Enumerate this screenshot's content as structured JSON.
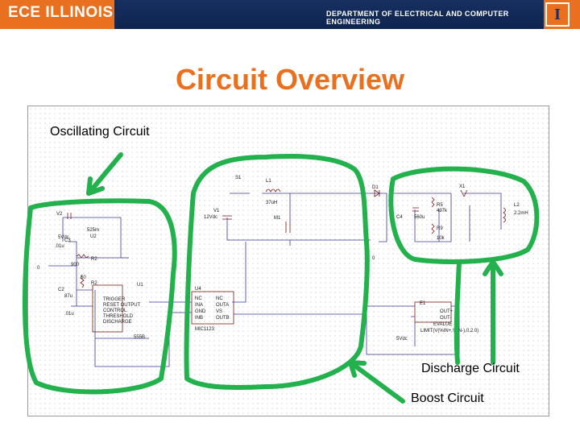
{
  "header": {
    "logo": "ECE ILLINOIS",
    "department": "DEPARTMENT OF ELECTRICAL AND COMPUTER ENGINEERING",
    "block_letter": "I",
    "brand_color": "#E8701E",
    "navy_color": "#173060"
  },
  "title": "Circuit Overview",
  "labels": {
    "oscillating": "Oscillating Circuit",
    "discharge": "Discharge Circuit",
    "boost": "Boost Circuit"
  },
  "schematic": {
    "components": {
      "v2": "V2",
      "v2_val": "5Vdc",
      "c3": "C3",
      "c3_val": ".01u",
      "u2": "U2",
      "u2_val": "525m",
      "r2a": "R2",
      "r2a_val": "900",
      "r2b": "R2",
      "r2b_val": "50",
      "c2": "C2",
      "c2_val": "87u",
      "c1_val": ".01u",
      "zero": "0",
      "u1_pins": [
        "TRIGGER",
        "RESET OUTPUT",
        "CONTROL",
        "THRESHOLD",
        "DISCHARGE"
      ],
      "u1_name": "555B",
      "u1": "U1",
      "u4": "U4",
      "u4_pins_left": [
        "NC",
        "INA",
        "GND",
        "INB"
      ],
      "u4_pins_right": [
        "NC",
        "OUTA",
        "VS",
        "OUTB"
      ],
      "u4_name": "MIC1123",
      "v1": "V1",
      "v1_val": "12Vdc",
      "s1": "S1",
      "l1": "L1",
      "l1_val": "37uH",
      "m1": "M1",
      "d1": "D1",
      "c4": "C4",
      "c4_val": "560u",
      "r5": "R5",
      "r5_val": "497k",
      "r9": "R9",
      "r9_val": "10k",
      "x1": "X1",
      "l2": "L2",
      "l2_val": "2.2mH",
      "e1": "E1",
      "e1_val": "EVALUE",
      "e1_expr": "LIMIT(V(%IN+,%IN-),0,2.0)",
      "out_p": "OUT+",
      "out_n": "OUT-",
      "v5": "5Vdc",
      "zero2": "0"
    }
  }
}
